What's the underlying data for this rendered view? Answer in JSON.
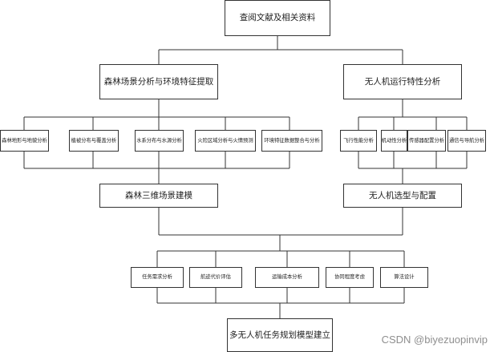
{
  "diagram": {
    "top_node": "查阅文献及相关资料",
    "branches": {
      "forest_analysis": {
        "title": "森林场景分析与环境特征提取",
        "items": [
          "森林地形与地貌分析",
          "植被分布与覆盖分析",
          "水系分布与水源分析",
          "火险区域分析与火情预测",
          "环境特征数据整合与分析"
        ],
        "result": "森林三维场景建模"
      },
      "uav_analysis": {
        "title": "无人机运行特性分析",
        "items": [
          "飞行性能分析",
          "机动性分析",
          "传感器配置分析",
          "通信与导航分析"
        ],
        "result": "无人机选型与配置"
      }
    },
    "planning_factors": [
      "任务需求分析",
      "航迹代价评估",
      "运输成本分析",
      "协同程度考虑",
      "算法设计"
    ],
    "final_node": "多无人机任务规划模型建立"
  },
  "watermark": "CSDN @biyezuopinvip"
}
